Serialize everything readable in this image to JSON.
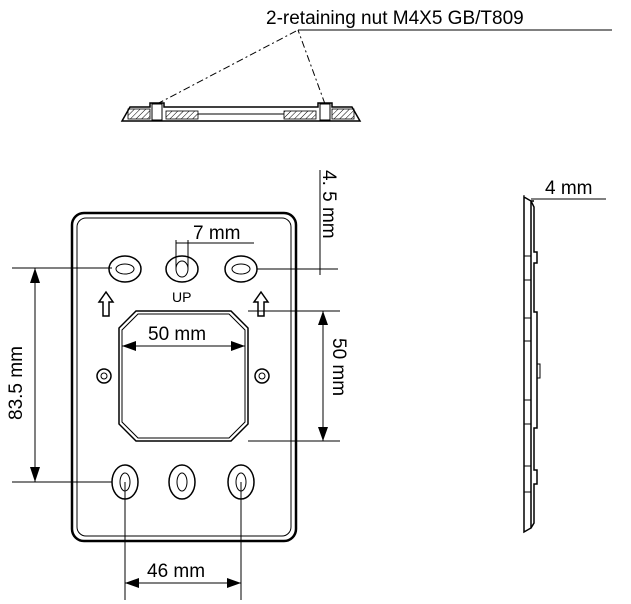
{
  "labels": {
    "retaining_nut": "2-retaining nut M4X5 GB/T809",
    "dim_depth": "4. 5 mm",
    "dim_slot": "7 mm",
    "marker_up": "UP",
    "dim_window_w": "50 mm",
    "dim_window_h": "50 mm",
    "dim_height": "83.5 mm",
    "dim_bottom": "46 mm",
    "dim_side": "4 mm"
  },
  "colors": {
    "line": "#000000",
    "background": "#ffffff"
  }
}
